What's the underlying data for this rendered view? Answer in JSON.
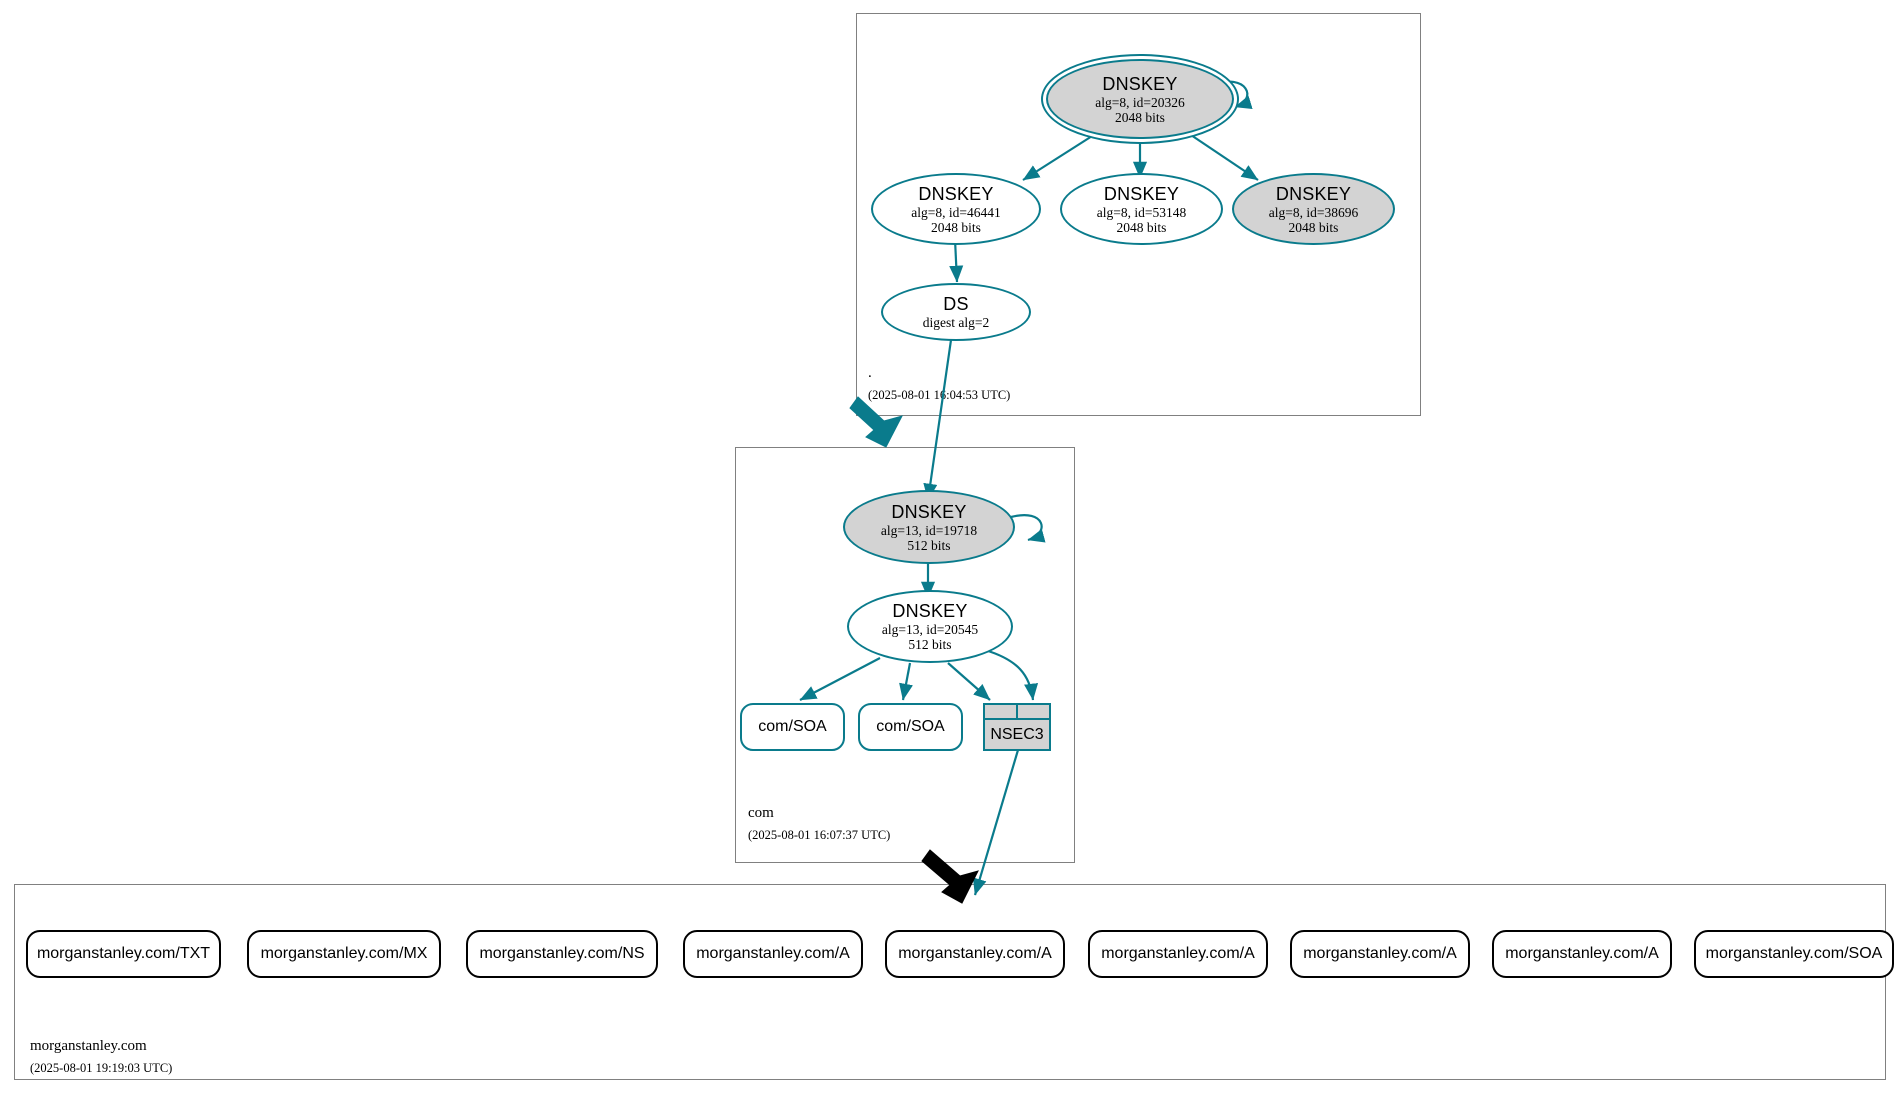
{
  "diagram": {
    "type": "dnssec-authentication-chain",
    "accent_color": "#0a7b8c",
    "fill_color": "#d3d3d3",
    "insecure_color": "#000000"
  },
  "zones": [
    {
      "id": "root",
      "name": ".",
      "timestamp": "(2025-08-01 16:04:53 UTC)",
      "nodes": [
        {
          "id": "root-ksk",
          "kind": "DNSKEY",
          "title": "DNSKEY",
          "detail": "alg=8, id=20326",
          "size": "2048 bits",
          "style": "double-ellipse-filled",
          "self_signed": true
        },
        {
          "id": "root-zsk-46441",
          "kind": "DNSKEY",
          "title": "DNSKEY",
          "detail": "alg=8, id=46441",
          "size": "2048 bits",
          "style": "ellipse",
          "self_signed": false
        },
        {
          "id": "root-zsk-53148",
          "kind": "DNSKEY",
          "title": "DNSKEY",
          "detail": "alg=8, id=53148",
          "size": "2048 bits",
          "style": "ellipse",
          "self_signed": false
        },
        {
          "id": "root-zsk-38696",
          "kind": "DNSKEY",
          "title": "DNSKEY",
          "detail": "alg=8, id=38696",
          "size": "2048 bits",
          "style": "ellipse-filled",
          "self_signed": false
        },
        {
          "id": "root-ds",
          "kind": "DS",
          "title": "DS",
          "detail": "digest alg=2",
          "size": "",
          "style": "ellipse",
          "self_signed": false
        }
      ]
    },
    {
      "id": "com",
      "name": "com",
      "timestamp": "(2025-08-01 16:07:37 UTC)",
      "nodes": [
        {
          "id": "com-ksk",
          "kind": "DNSKEY",
          "title": "DNSKEY",
          "detail": "alg=13, id=19718",
          "size": "512 bits",
          "style": "ellipse-filled",
          "self_signed": true
        },
        {
          "id": "com-zsk",
          "kind": "DNSKEY",
          "title": "DNSKEY",
          "detail": "alg=13, id=20545",
          "size": "512 bits",
          "style": "ellipse",
          "self_signed": false
        }
      ],
      "rrsets": [
        {
          "id": "com-soa-1",
          "label": "com/SOA",
          "style": "rounded-teal"
        },
        {
          "id": "com-soa-2",
          "label": "com/SOA",
          "style": "rounded-teal"
        }
      ],
      "nsec": {
        "id": "com-nsec3",
        "label": "NSEC3",
        "style": "table-filled"
      }
    },
    {
      "id": "morganstanley",
      "name": "morganstanley.com",
      "timestamp": "(2025-08-01 19:19:03 UTC)",
      "rrsets": [
        {
          "id": "ms-txt",
          "label": "morganstanley.com/TXT",
          "style": "rounded-black"
        },
        {
          "id": "ms-mx",
          "label": "morganstanley.com/MX",
          "style": "rounded-black"
        },
        {
          "id": "ms-ns",
          "label": "morganstanley.com/NS",
          "style": "rounded-black"
        },
        {
          "id": "ms-a-1",
          "label": "morganstanley.com/A",
          "style": "rounded-black"
        },
        {
          "id": "ms-a-2",
          "label": "morganstanley.com/A",
          "style": "rounded-black"
        },
        {
          "id": "ms-a-3",
          "label": "morganstanley.com/A",
          "style": "rounded-black"
        },
        {
          "id": "ms-a-4",
          "label": "morganstanley.com/A",
          "style": "rounded-black"
        },
        {
          "id": "ms-a-5",
          "label": "morganstanley.com/A",
          "style": "rounded-black"
        },
        {
          "id": "ms-soa",
          "label": "morganstanley.com/SOA",
          "style": "rounded-black"
        }
      ]
    }
  ],
  "edges": [
    {
      "from": "root-ksk",
      "to": "root-ksk",
      "kind": "self-signature",
      "color": "#0a7b8c"
    },
    {
      "from": "root-ksk",
      "to": "root-zsk-46441",
      "kind": "signature",
      "color": "#0a7b8c"
    },
    {
      "from": "root-ksk",
      "to": "root-zsk-53148",
      "kind": "signature",
      "color": "#0a7b8c"
    },
    {
      "from": "root-ksk",
      "to": "root-zsk-38696",
      "kind": "signature",
      "color": "#0a7b8c"
    },
    {
      "from": "root-zsk-46441",
      "to": "root-ds",
      "kind": "signature",
      "color": "#0a7b8c"
    },
    {
      "from": "root-ds",
      "to": "com-ksk",
      "kind": "ds-to-dnskey",
      "color": "#0a7b8c"
    },
    {
      "from": "root",
      "to": "com",
      "kind": "secure-delegation",
      "color": "#0a7b8c"
    },
    {
      "from": "com-ksk",
      "to": "com-ksk",
      "kind": "self-signature",
      "color": "#0a7b8c"
    },
    {
      "from": "com-ksk",
      "to": "com-zsk",
      "kind": "signature",
      "color": "#0a7b8c"
    },
    {
      "from": "com-zsk",
      "to": "com-soa-1",
      "kind": "signature",
      "color": "#0a7b8c"
    },
    {
      "from": "com-zsk",
      "to": "com-soa-2",
      "kind": "signature",
      "color": "#0a7b8c"
    },
    {
      "from": "com-zsk",
      "to": "com-nsec3",
      "kind": "signature",
      "color": "#0a7b8c"
    },
    {
      "from": "com-nsec3",
      "to": "morganstanley",
      "kind": "nsec3-proof",
      "color": "#0a7b8c"
    },
    {
      "from": "com",
      "to": "morganstanley",
      "kind": "insecure-delegation",
      "color": "#000000"
    }
  ]
}
